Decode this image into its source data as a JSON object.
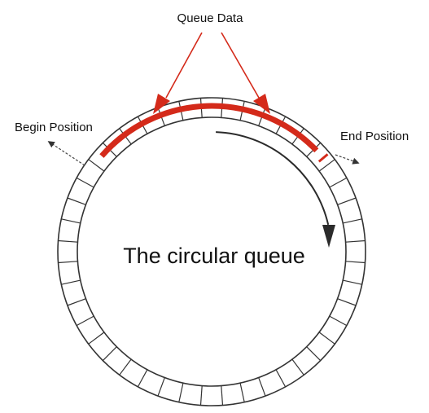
{
  "labels": {
    "queue_data": "Queue Data",
    "begin_position": "Begin Position",
    "end_position": "End Position",
    "center_title": "The circular queue"
  },
  "ring": {
    "segment_count": 44
  },
  "colors": {
    "queue_data_highlight": "#d42a1a",
    "pointer_arrow": "#d42a1a",
    "outline": "#333333",
    "direction_arrow": "#2b2b2b",
    "leader_line": "#444444"
  },
  "icons": {
    "queue_data_pointers": "arrow-down-icon",
    "direction_of_travel": "clockwise-arrow-icon",
    "begin_leader": "dashed-arrow-icon",
    "end_leader": "dashed-arrow-icon"
  }
}
